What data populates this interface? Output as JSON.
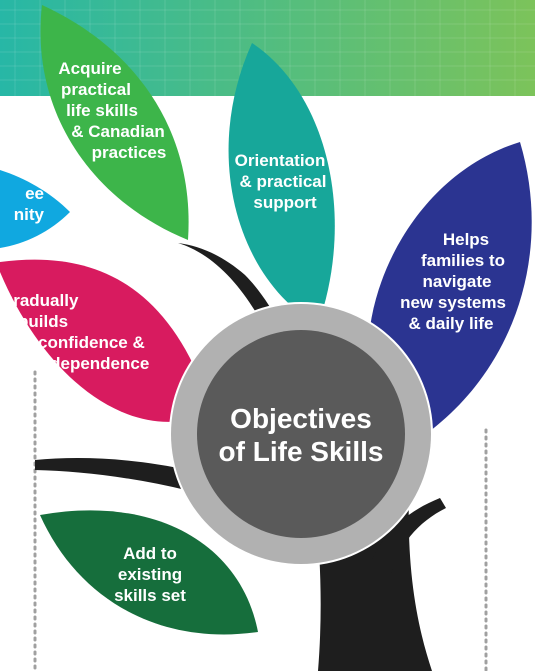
{
  "center": {
    "title_line1": "Objectives",
    "title_line2": "of Life Skills"
  },
  "leaves": {
    "acquire": {
      "lines": [
        "Acquire",
        "practical",
        "life skills",
        "& Canadian",
        "practices"
      ]
    },
    "orientation": {
      "lines": [
        "Orientation",
        "& practical",
        "support"
      ]
    },
    "community": {
      "lines": [
        "ee",
        "nity"
      ]
    },
    "helps": {
      "lines": [
        "Helps",
        "families to",
        "navigate",
        "new systems",
        "& daily life"
      ]
    },
    "gradually": {
      "lines": [
        "Gradually",
        "builds",
        "confidence &",
        "independence"
      ]
    },
    "add": {
      "lines": [
        "Add to",
        "existing",
        "skills set"
      ]
    }
  },
  "colors": {
    "banner_left": "#27b7a6",
    "banner_right": "#7cc35a",
    "acquire_leaf": "#3db54a",
    "orientation_leaf": "#17a79a",
    "community_leaf": "#10a8e0",
    "helps_leaf": "#2b3491",
    "gradually_leaf": "#d81b5f",
    "add_leaf": "#166e3c",
    "branch": "#1e1e1e",
    "center_ring": "#9e9e9e",
    "center_core": "#5a5a5a",
    "dotted_line": "#a0a0a0"
  }
}
